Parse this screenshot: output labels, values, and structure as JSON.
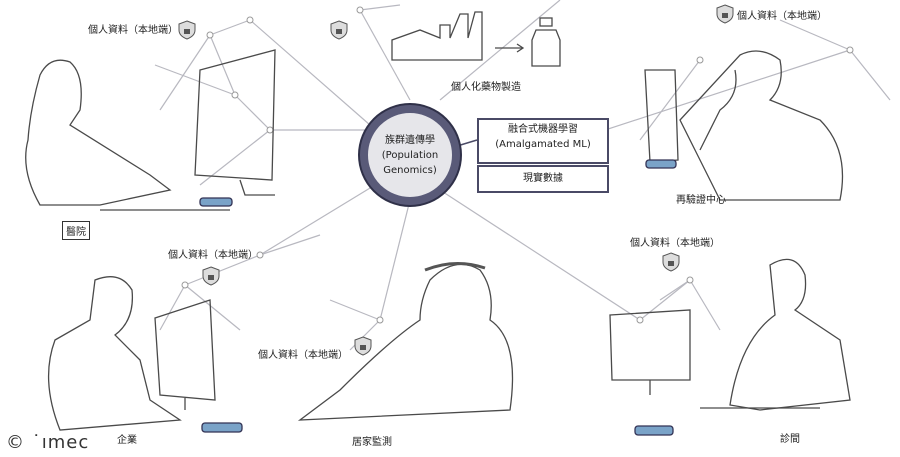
{
  "center": {
    "line1": "族群遺傳學",
    "line2": "(Population",
    "line3": "Genomics)"
  },
  "boxes": {
    "ml_title": "融合式機器學習",
    "ml_sub": "(Amalgamated ML)",
    "real_data": "現實數據"
  },
  "local_data_label": "個人資料（本地端）",
  "nodes": {
    "hospital": "醫院",
    "revalidation": "再驗證中心",
    "enterprise": "企業",
    "home": "居家監測",
    "clinic": "診間",
    "pharma": "個人化藥物製造"
  },
  "logo": "© ˙ımec",
  "colors": {
    "ring": "#595a78",
    "center_fill": "#e6e6ea",
    "network": "#b8b8c0"
  }
}
